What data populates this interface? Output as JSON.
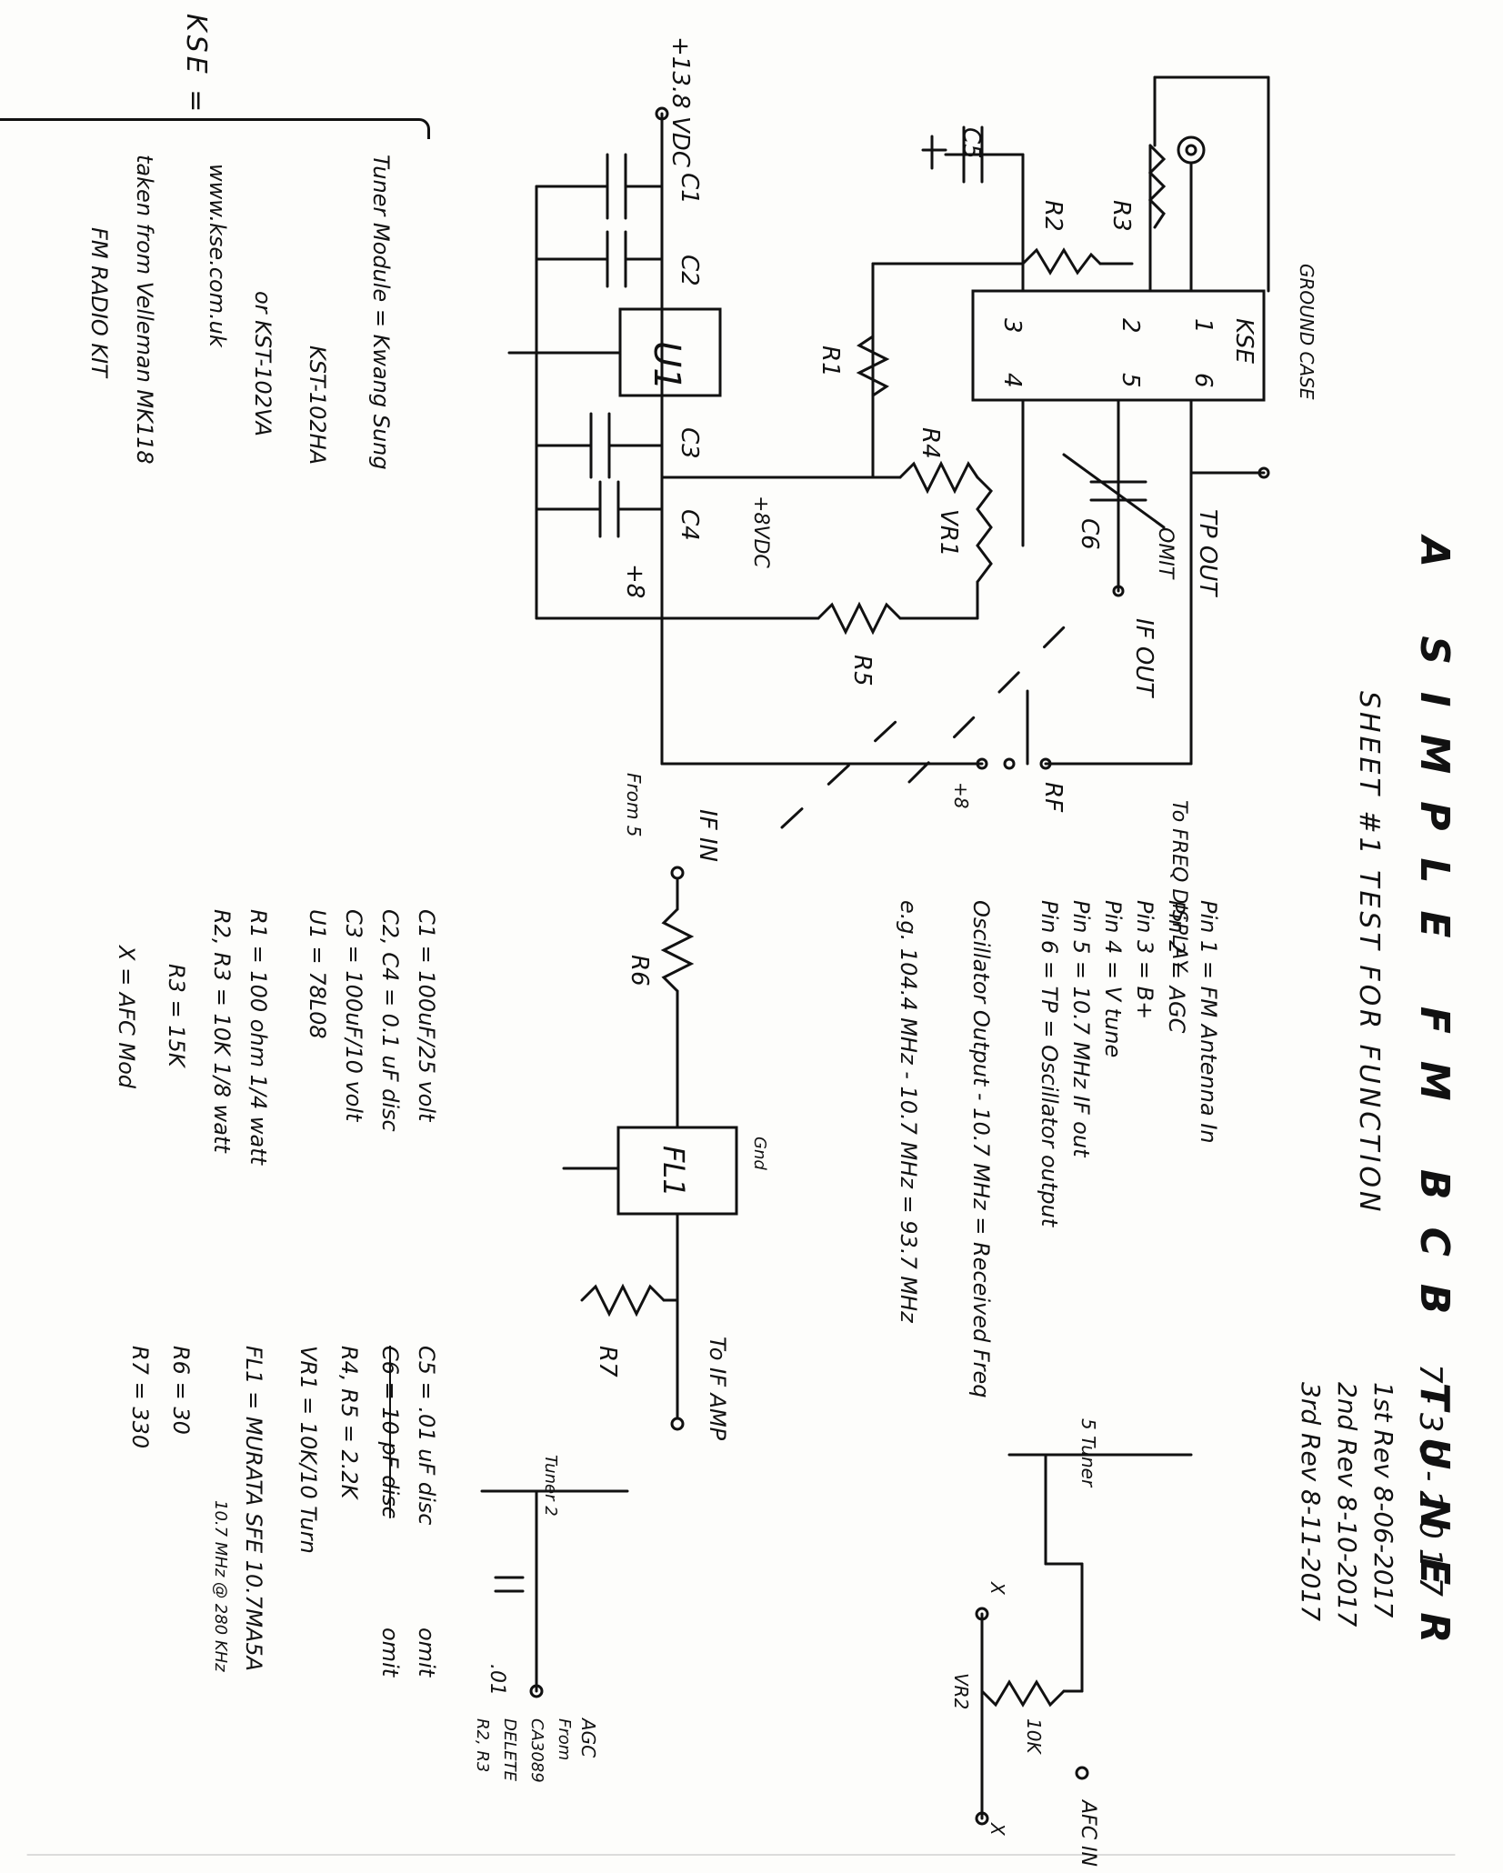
{
  "title": "A SIMPLE FM BCB TUNER",
  "subtitle": "SHEET #1 TEST FOR FUNCTION",
  "revisions": {
    "date": "7-30-2017",
    "r1": "1st Rev 8-06-2017",
    "r2": "2nd Rev 8-10-2017",
    "r3": "3rd Rev 8-11-2017"
  },
  "kse_block": {
    "kse": "KSE =",
    "line1": "Tuner Module = Kwang Sung",
    "line2": "KST-102HA",
    "line3": "or KST-102VA",
    "line4": "www.kse.com.uk",
    "line5": "taken from Velleman MK118",
    "line6": "FM RADIO KIT"
  },
  "pins": [
    "Pin 1 = FM Antenna In",
    "Pin 2 = AGC",
    "Pin 3 = B+",
    "Pin 4 = V tune",
    "Pin 5 = 10.7 MHz IF out",
    "Pin 6 = TP = Oscillator output"
  ],
  "osc": {
    "line1": "Oscillator Output - 10.7 MHz = Received Freq",
    "line2": "e.g. 104.4 MHz - 10.7 MHz = 93.7 MHz"
  },
  "to_if_amp": "To IF AMP",
  "parts_left": [
    "C1 = 100uF/25 volt",
    "C2, C4 = 0.1 uF disc",
    "C3 = 100uF/10 volt",
    "U1 = 78L08",
    "R1 = 100 ohm 1/4 watt",
    "R2, R3 = 10K 1/8 watt",
    "R3 = 15K",
    "X = AFC Mod"
  ],
  "parts_right": {
    "c5": "C5 = .01 uF disc",
    "c6_strike": "C6 = 10 pF disc",
    "omit1": "omit",
    "omit2": "omit",
    "r4r5": "R4, R5 = 2.2K",
    "vr1": "VR1 = 10K/10 Turn",
    "fl1": "FL1 = MURATA SFE 10.7MA5A",
    "fl1b": "10.7 MHz @ 280 KHz",
    "r6": "R6 = 30",
    "r7": "R7 = 330"
  },
  "labels": {
    "vdc": "+13.8 VDC",
    "v8": "+8VDC",
    "plus8": "+8",
    "plus8b": "+8",
    "ground_case": "GROUND CASE",
    "kse_box": "KSE",
    "tp_out": "TP OUT",
    "if_out": "IF OUT",
    "rf": "RF",
    "to_freq": "To FREQ DISPLAY",
    "if_in": "IF IN",
    "from5": "From 5",
    "omit_c6": "OMIT",
    "c1": "C1",
    "c2": "C2",
    "c3": "C3",
    "c4": "C4",
    "c5": "C5",
    "c6": "C6",
    "u1": "U1",
    "r1": "R1",
    "r2": "R2",
    "r3": "R3",
    "r4": "R4",
    "r5": "R5",
    "r6": "R6",
    "r7": "R7",
    "vr1": "VR1",
    "fl1": "FL1",
    "vr2": "VR2",
    "pin1": "1",
    "pin2": "2",
    "pin3": "3",
    "pin4": "4",
    "pin5": "5",
    "pin6": "6",
    "gnd_out": "Gnd",
    "tuner5": "5 Tuner",
    "tuner2": "Tuner 2",
    "afc_in": "AFC IN",
    "r10k": "10K",
    "x1": "X",
    "x2": "X",
    "cap01": ".01",
    "agc_note1": "AGC",
    "agc_note2": "From",
    "agc_note3": "CA3089",
    "agc_note4": "DELETE",
    "agc_note5": "R2, R3"
  }
}
